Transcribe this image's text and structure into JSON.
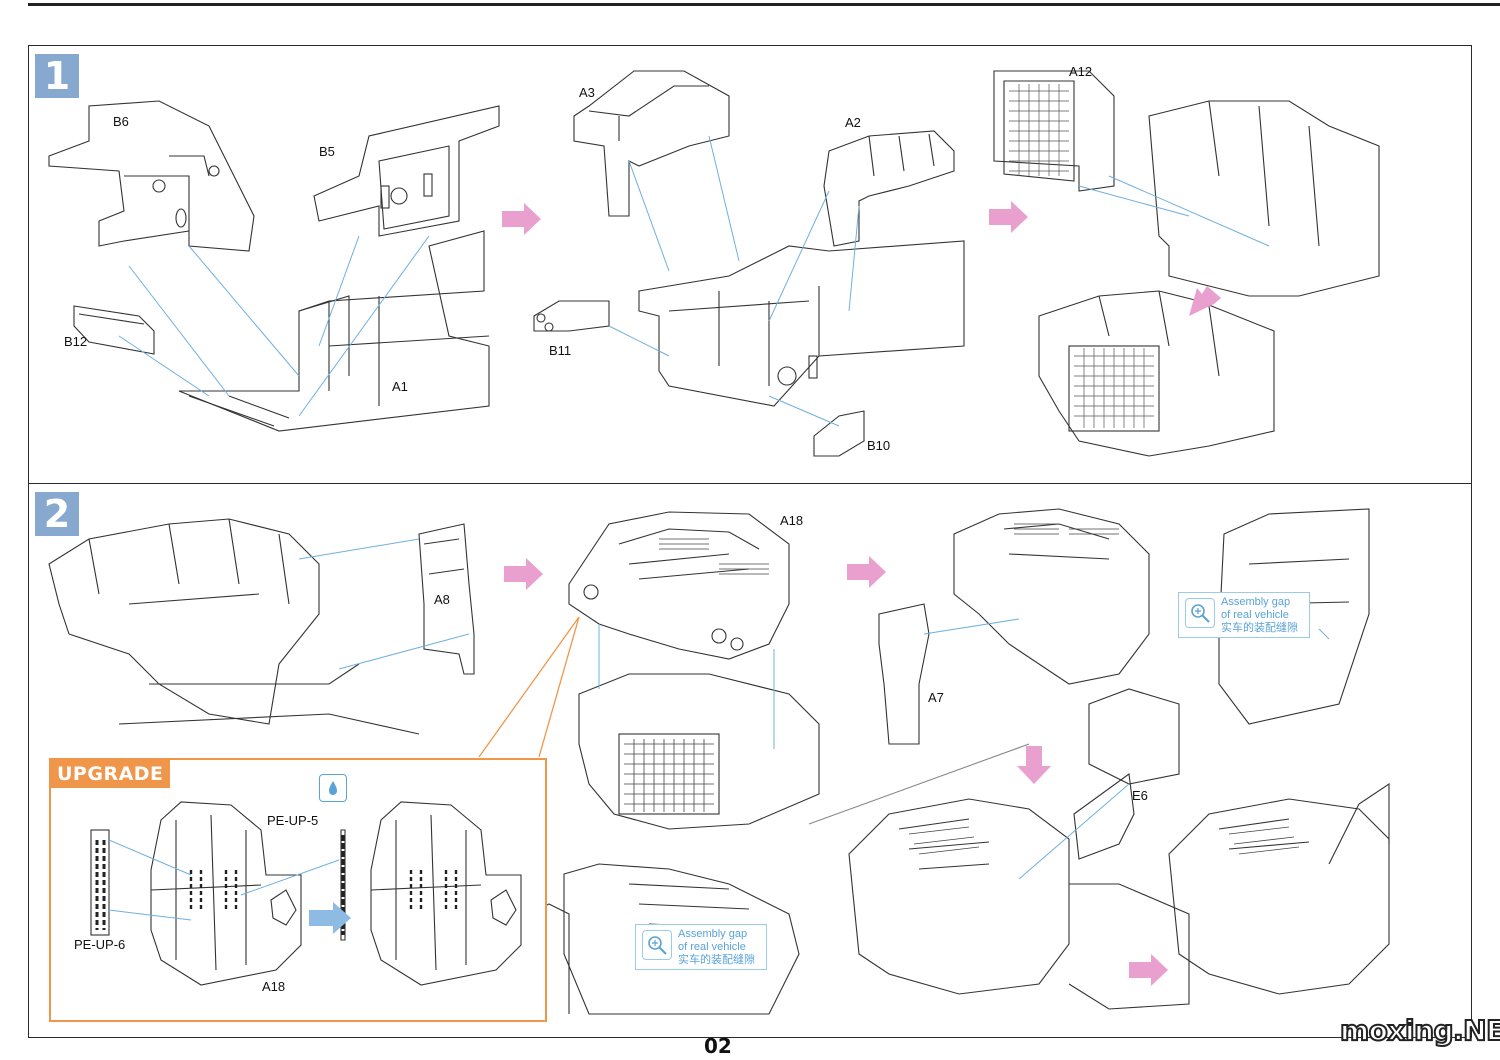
{
  "page": {
    "number": "02",
    "watermark": "moxing.NET"
  },
  "step1": {
    "number": "1",
    "labels": [
      "B6",
      "B5",
      "B12",
      "A1",
      "A3",
      "A2",
      "B11",
      "B10",
      "A12"
    ]
  },
  "step2": {
    "number": "2",
    "labels": [
      "A8",
      "A18",
      "A7",
      "E6"
    ],
    "upgrade": {
      "title": "UPGRADE",
      "labels": [
        "PE-UP-5",
        "PE-UP-6",
        "A18"
      ]
    },
    "notes": [
      {
        "line1": "Assembly gap",
        "line2": "of real vehicle",
        "line3": "实车的装配缝隙"
      },
      {
        "line1": "Assembly gap",
        "line2": "of real vehicle",
        "line3": "实车的装配缝隙"
      }
    ]
  },
  "colors": {
    "step_badge": "#87a8cf",
    "arrow_pink": "#e9a0cf",
    "arrow_blue": "#8dbbe3",
    "upgrade_orange": "#f0964a",
    "guide_line": "#6fb0de"
  },
  "icons": [
    "glue-drop-icon",
    "magnifier-icon",
    "step-arrow-icon"
  ]
}
